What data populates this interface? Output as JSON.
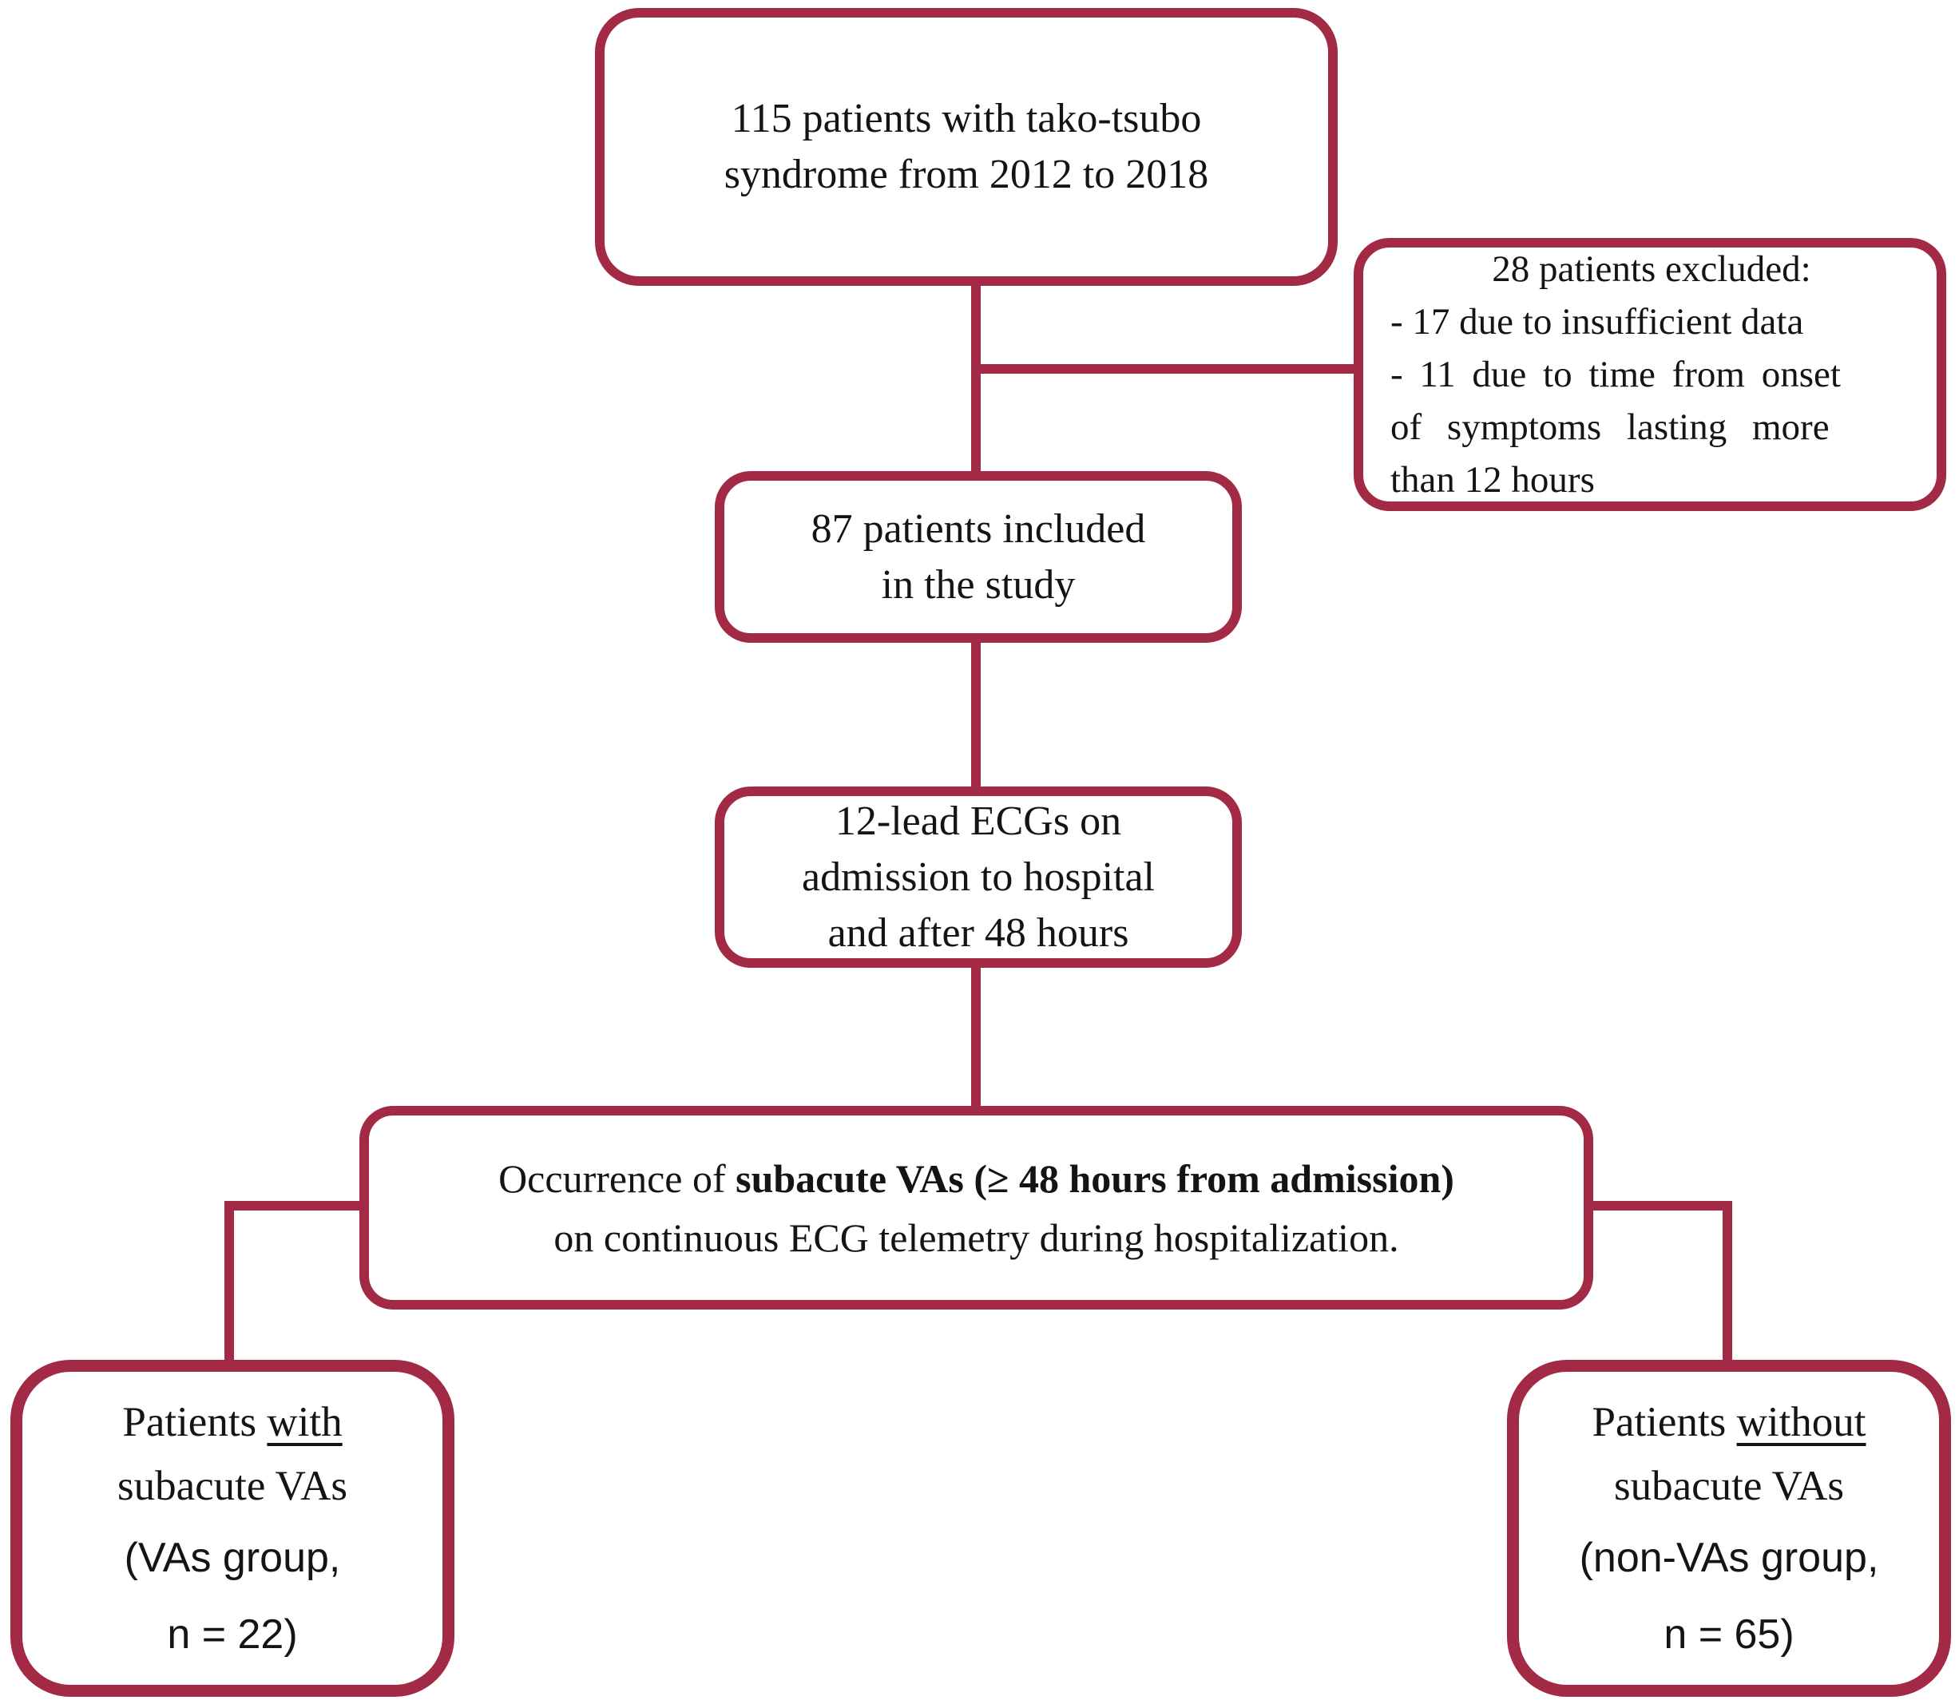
{
  "figure": {
    "accent_color": "#A22A44",
    "background_color": "#FFFFFF",
    "boxes": {
      "initial": {
        "lines": [
          "115 patients with tako-tsubo",
          "syndrome from 2012 to 2018"
        ]
      },
      "excluded": {
        "title": "28 patients excluded:",
        "lines": [
          "- 17 due to insufficient data",
          "- 11 due to time from onset",
          "of symptoms lasting more",
          "than 12 hours"
        ]
      },
      "included": {
        "lines": [
          "87 patients included",
          "in the study"
        ]
      },
      "ecg": {
        "lines": [
          "12-lead ECGs on",
          "admission to hospital",
          "and after 48 hours"
        ]
      },
      "occurrence": {
        "line1_regular": "Occurrence of ",
        "line1_bold": "subacute VAs (≥ 48 hours from admission)",
        "line2": "on continuous ECG telemetry during hospitalization."
      },
      "vas_group": {
        "line1_prefix": "Patients ",
        "line1_underlined": "with",
        "line2": "subacute VAs",
        "line3": "(VAs group,",
        "line4": "n = 22)"
      },
      "non_vas_group": {
        "line1_prefix": "Patients ",
        "line1_underlined": "without",
        "line2": "subacute VAs",
        "line3": "(non-VAs group,",
        "line4": "n = 65)"
      }
    }
  }
}
